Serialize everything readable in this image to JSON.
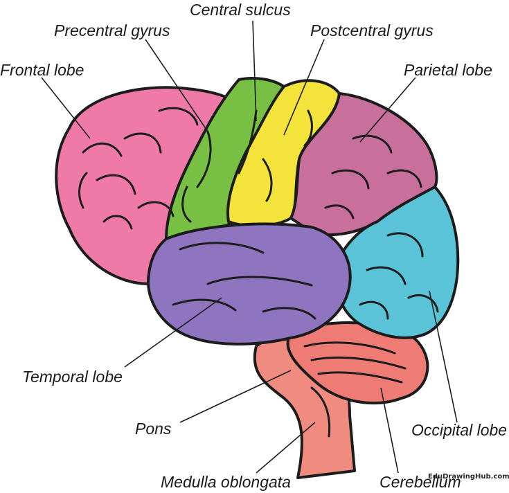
{
  "labels": {
    "frontal_lobe": "Frontal lobe",
    "precentral_gyrus": "Precentral gyrus",
    "central_sulcus": "Central sulcus",
    "postcentral_gyrus": "Postcentral gyrus",
    "parietal_lobe": "Parietal lobe",
    "temporal_lobe": "Temporal lobe",
    "pons": "Pons",
    "medulla_oblongata": "Medulla oblongata",
    "cerebellum": "Cerebellum",
    "occipital_lobe": "Occipital lobe"
  },
  "watermark": "EduDrawingHub.com",
  "colors": {
    "frontal": "#ef7aa8",
    "precentral": "#77c043",
    "postcentral": "#f3e33a",
    "parietal": "#c86f9c",
    "occipital": "#5ac3d8",
    "temporal": "#8f74bf",
    "cerebellum": "#ee7c74",
    "brainstem": "#f08b80"
  }
}
